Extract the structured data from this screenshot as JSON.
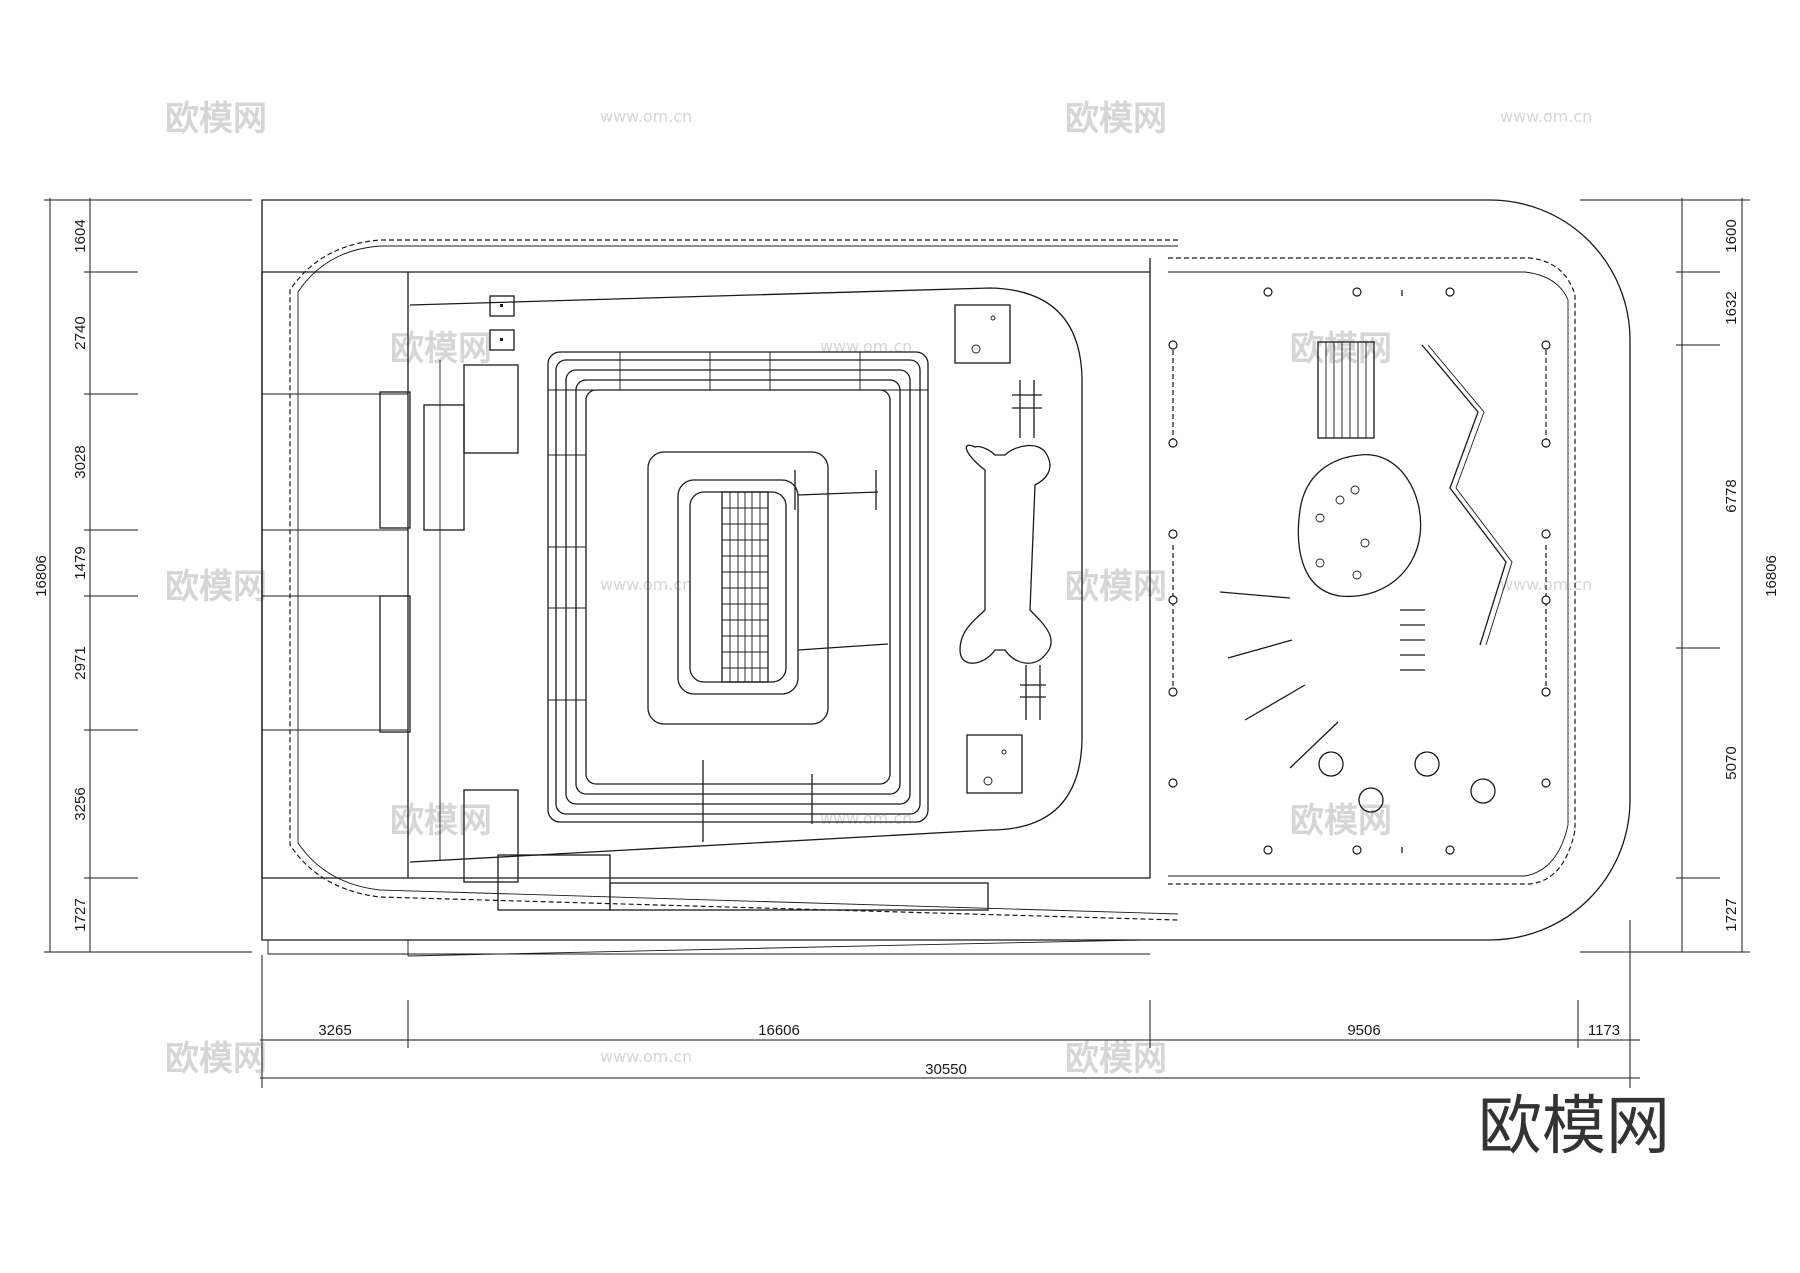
{
  "watermark": {
    "brand_text": "欧模网",
    "url_text": "www.om.cn"
  },
  "brand_logo": "欧模网",
  "dimensions": {
    "left": [
      "1604",
      "2740",
      "3028",
      "1479",
      "2971",
      "3256",
      "1727"
    ],
    "left_total": "16806",
    "right": [
      "1600",
      "1632",
      "6778",
      "5070",
      "1727"
    ],
    "right_total": "16806",
    "bottom": [
      "3265",
      "16606",
      "9506",
      "1173"
    ],
    "bottom_total": "30550"
  },
  "colors": {
    "line": "#1a1a1a",
    "watermark": "#d6d6d6",
    "background": "#ffffff"
  }
}
